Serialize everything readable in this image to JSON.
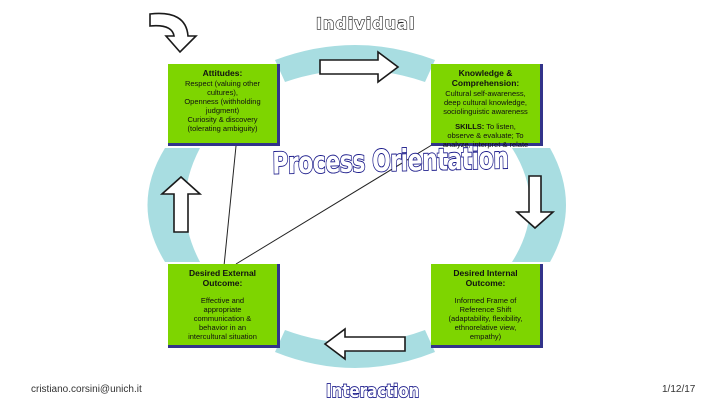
{
  "labels": {
    "top": "Individual",
    "center": "Process Orientation",
    "bottom": "Interaction"
  },
  "boxes": {
    "attitudes": {
      "title": "Attitudes:",
      "lines": [
        "Respect (valuing other",
        "cultures),",
        "Openness (withholding",
        "judgment)",
        "Curiosity & discovery",
        "(tolerating ambiguity)"
      ]
    },
    "knowledge": {
      "title_lines": [
        "Knowledge &",
        "Comprehension:"
      ],
      "lines": [
        "Cultural self-awareness,",
        "deep cultural knowledge,",
        "sociolinguistic  awareness"
      ],
      "skills_title": "SKILLS:",
      "skills_lines": [
        "To listen,",
        "observe & evaluate; To",
        "analyze, interpret & relate"
      ]
    },
    "external": {
      "title_lines": [
        "Desired External",
        "Outcome:"
      ],
      "lines": [
        "Effective and",
        "appropriate",
        "communication &",
        "behavior in an",
        "intercultural situation"
      ]
    },
    "internal": {
      "title_lines": [
        "Desired Internal",
        "Outcome:"
      ],
      "lines": [
        "Informed Frame of",
        "Reference Shift",
        "(adaptability, flexibility,",
        "ethnorelative view,",
        "empathy)"
      ]
    }
  },
  "footer": {
    "email": "cristiano.corsini@unich.it",
    "page": "1/12/17"
  },
  "colors": {
    "box_fill": "#7ed500",
    "box_shadow": "#32338a",
    "ring": "#a8dde1",
    "arrow_fill": "#ffffff",
    "arrow_stroke": "#1a1a1a",
    "heading_outline": "#1a1a8a"
  },
  "icons": {
    "top": "arrow-right-icon",
    "right": "arrow-down-icon",
    "bottom": "arrow-left-icon",
    "left": "arrow-up-icon",
    "corner": "curved-arrow-down-icon"
  }
}
